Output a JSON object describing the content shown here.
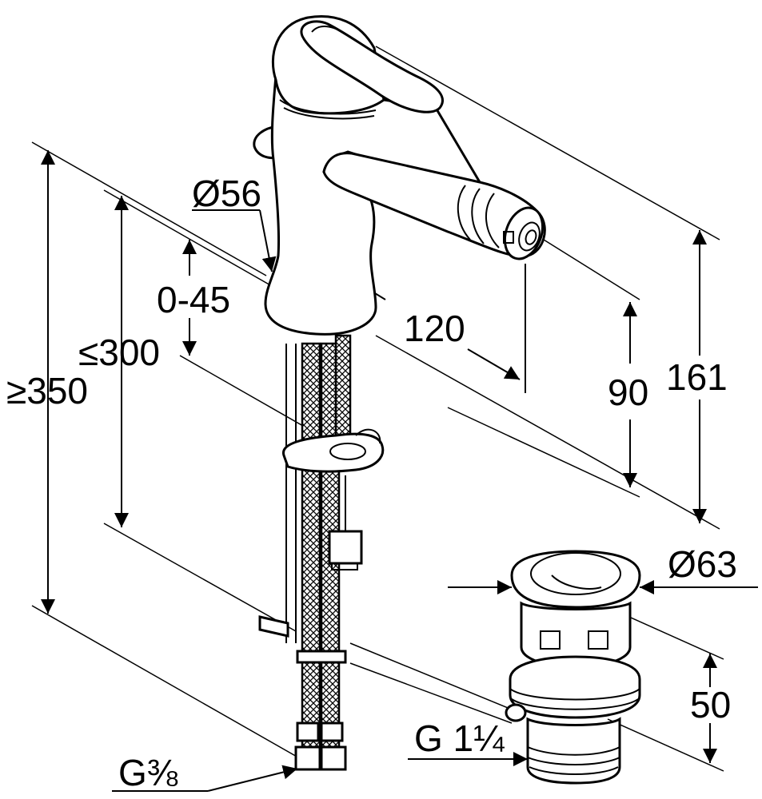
{
  "dimensions": {
    "d56": "Ø56",
    "adj": "0-45",
    "le300": "≤300",
    "ge350": "≥350",
    "d120": "120",
    "d90": "90",
    "d161": "161",
    "d63": "Ø63",
    "d50": "50",
    "g114": "G 1¼",
    "g38": "G⅜"
  }
}
